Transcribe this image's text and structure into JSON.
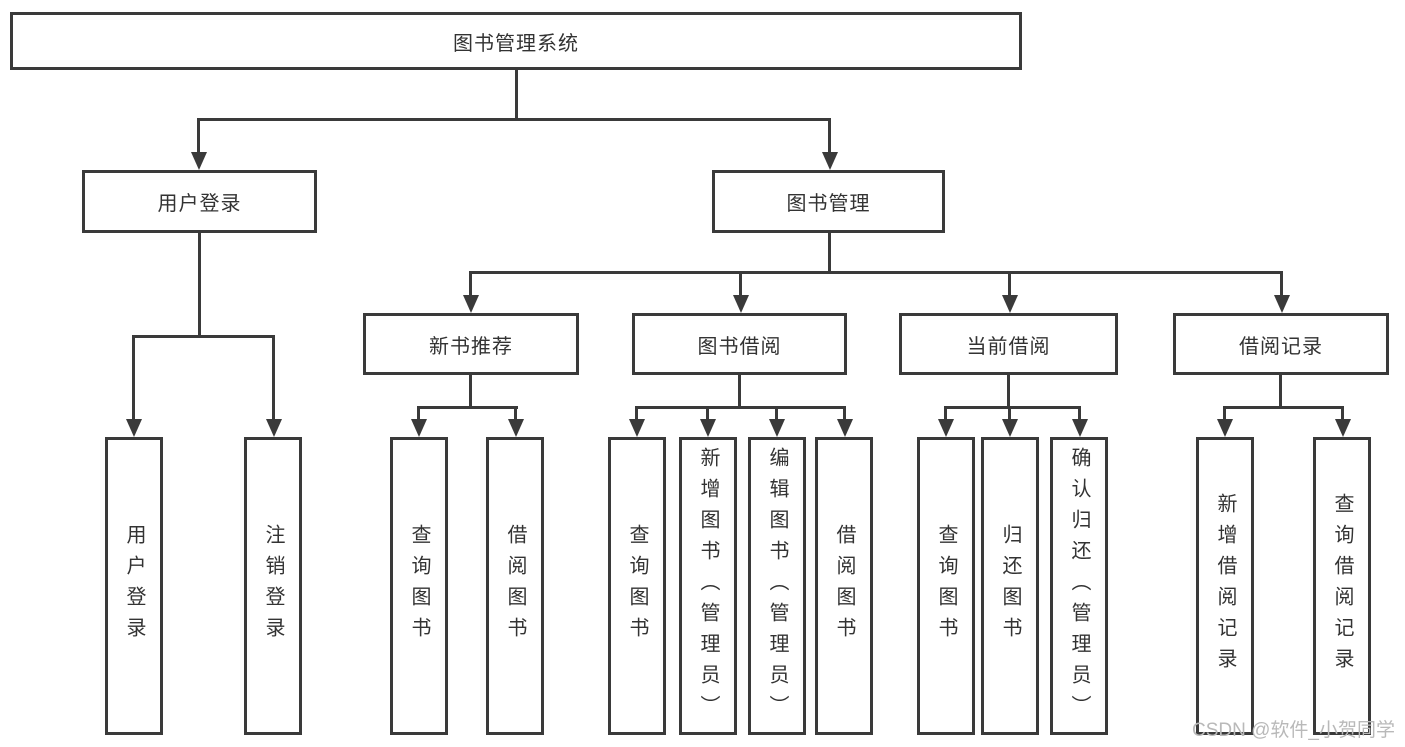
{
  "colors": {
    "line": "#3a3a3a",
    "box_border": "#3a3a3a",
    "text": "#333333",
    "watermark_text_color": "#b9b9b9",
    "background": "#ffffff"
  },
  "watermark": {
    "text": "CSDN @软件_小贺同学"
  },
  "diagram": {
    "root": {
      "label": "图书管理系统"
    },
    "branches": [
      {
        "label": "用户登录",
        "children": [
          {
            "label": "用户登录"
          },
          {
            "label": "注销登录"
          }
        ]
      },
      {
        "label": "图书管理",
        "children": [
          {
            "label": "新书推荐",
            "children": [
              {
                "label": "查询图书"
              },
              {
                "label": "借阅图书"
              }
            ]
          },
          {
            "label": "图书借阅",
            "children": [
              {
                "label": "查询图书"
              },
              {
                "label": "新增图书（管理员）"
              },
              {
                "label": "编辑图书（管理员）"
              },
              {
                "label": "借阅图书"
              }
            ]
          },
          {
            "label": "当前借阅",
            "children": [
              {
                "label": "查询图书"
              },
              {
                "label": "归还图书"
              },
              {
                "label": "确认归还（管理员）"
              }
            ]
          },
          {
            "label": "借阅记录",
            "children": [
              {
                "label": "新增借阅记录"
              },
              {
                "label": "查询借阅记录"
              }
            ]
          }
        ]
      }
    ]
  }
}
